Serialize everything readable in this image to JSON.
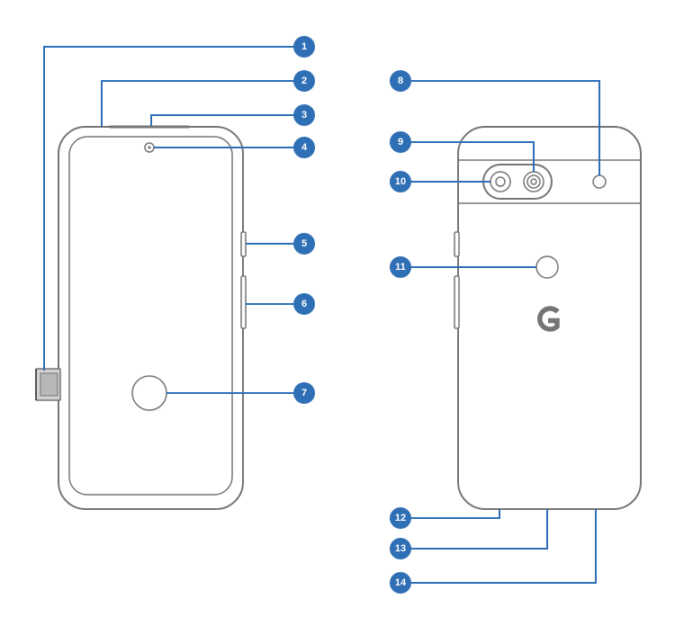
{
  "callouts": [
    {
      "id": "1",
      "label": "1"
    },
    {
      "id": "2",
      "label": "2"
    },
    {
      "id": "3",
      "label": "3"
    },
    {
      "id": "4",
      "label": "4"
    },
    {
      "id": "5",
      "label": "5"
    },
    {
      "id": "6",
      "label": "6"
    },
    {
      "id": "7",
      "label": "7"
    },
    {
      "id": "8",
      "label": "8"
    },
    {
      "id": "9",
      "label": "9"
    },
    {
      "id": "10",
      "label": "10"
    },
    {
      "id": "11",
      "label": "11"
    },
    {
      "id": "12",
      "label": "12"
    },
    {
      "id": "13",
      "label": "13"
    },
    {
      "id": "14",
      "label": "14"
    }
  ],
  "colors": {
    "callout_blue": "#2f6fb5",
    "phone_outline": "#757575",
    "background": "#ffffff"
  },
  "icons": [
    "google-g-logo-icon",
    "front-camera-icon",
    "rear-camera-icon",
    "flash-icon",
    "fingerprint-sensor-icon",
    "sim-tray-icon"
  ]
}
